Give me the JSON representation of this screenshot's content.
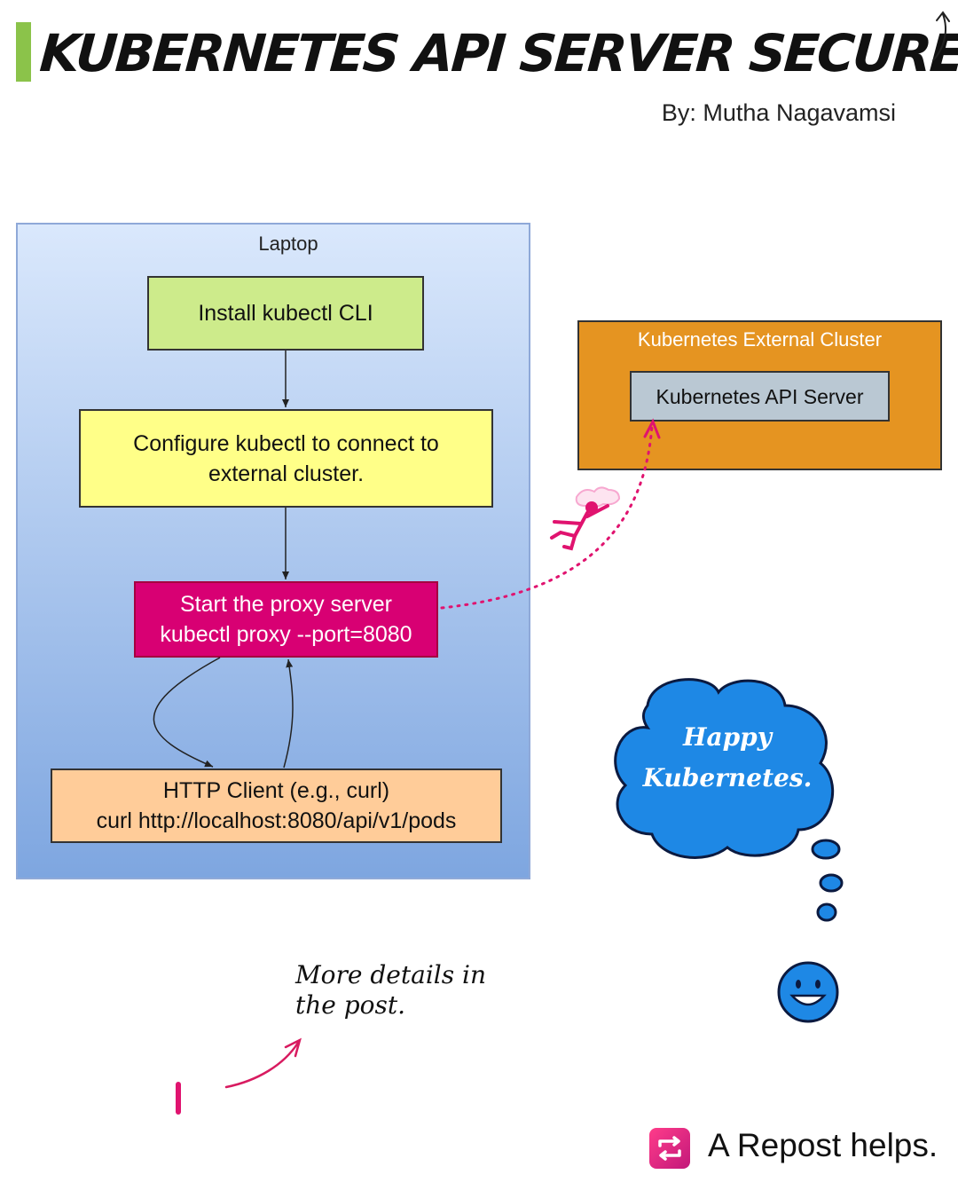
{
  "header": {
    "title": "KUBERNETES API SERVER SECURE ACCESS",
    "author": "By: Mutha Nagavamsi"
  },
  "laptop": {
    "label": "Laptop",
    "steps": {
      "install": "Install kubectl CLI",
      "configure_line1": "Configure kubectl to connect to",
      "configure_line2": "external cluster.",
      "proxy_line1": "Start the proxy server",
      "proxy_line2": "kubectl proxy --port=8080",
      "http_line1": "HTTP Client (e.g., curl)",
      "http_line2": "curl http://localhost:8080/api/v1/pods"
    }
  },
  "cluster": {
    "label": "Kubernetes External Cluster",
    "api_server": "Kubernetes API Server"
  },
  "thought": {
    "line1": "Happy",
    "line2": "Kubernetes."
  },
  "note": {
    "line1": "More details in",
    "line2": "the post."
  },
  "footer": {
    "repost": "A Repost helps."
  },
  "colors": {
    "title_accent": "#8bc34a",
    "install": "#cdeb8b",
    "configure": "#ffff88",
    "proxy": "#d80073",
    "http": "#ffcc99",
    "cluster": "#e59421",
    "api_server": "#bac8d3",
    "cloud": "#1e88e5",
    "pink_arrow": "#e0136f"
  }
}
